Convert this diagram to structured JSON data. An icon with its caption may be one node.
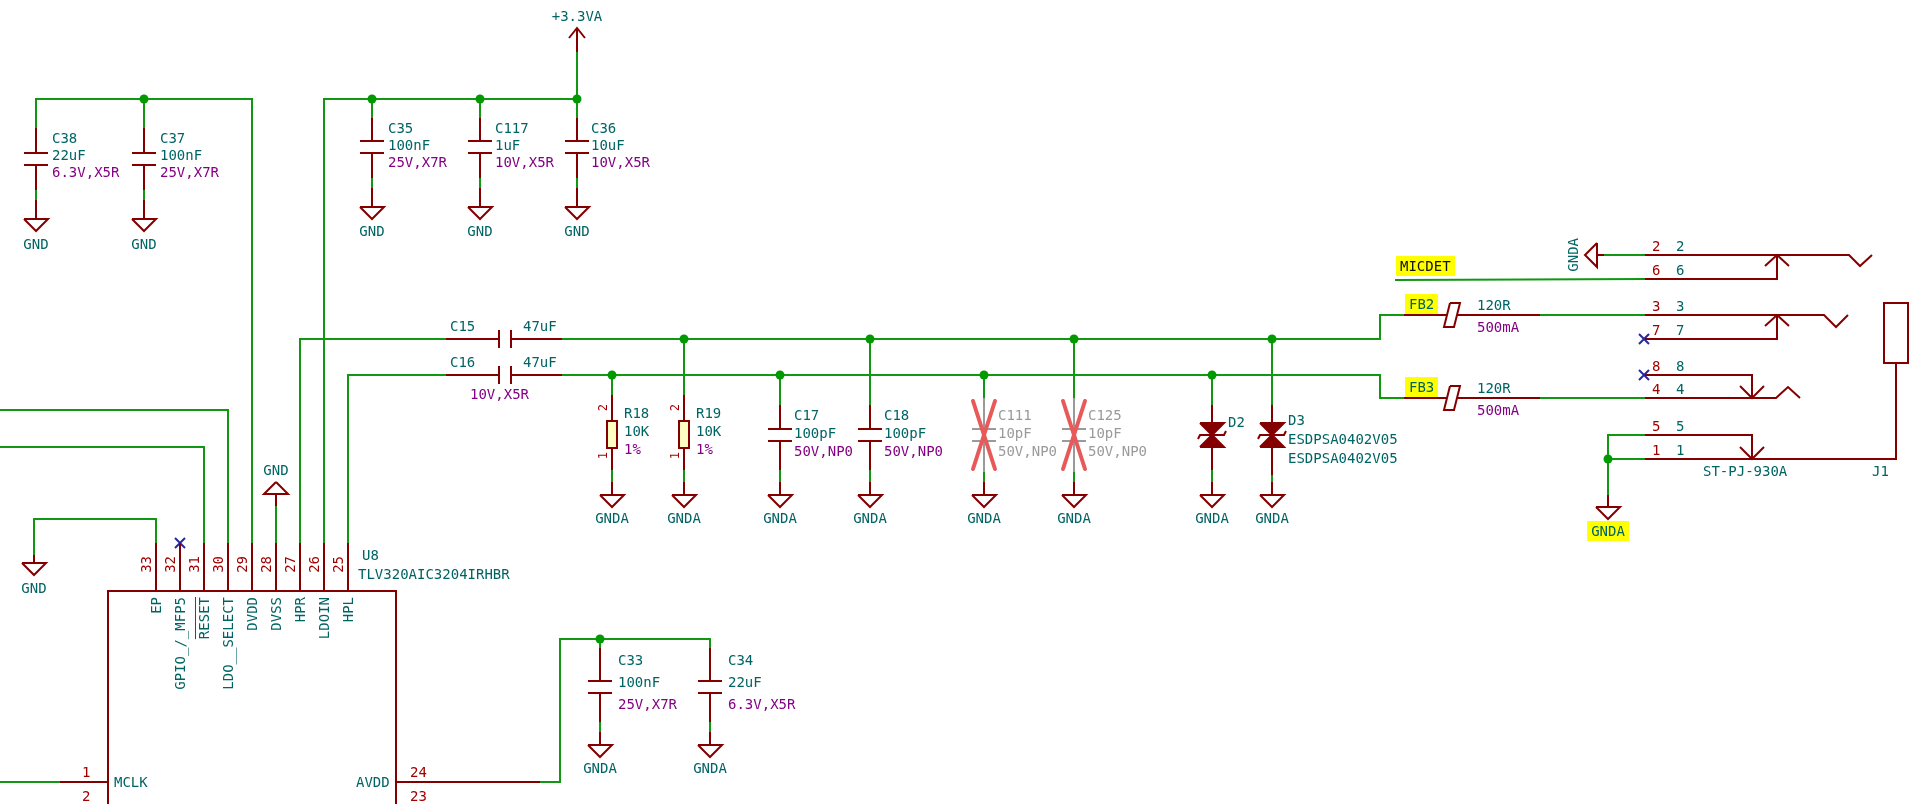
{
  "diagram": {
    "nodes": [
      {
        "text": [
          "+3.3VA"
        ]
      },
      {
        "text": [
          "C38",
          "22uF",
          "6.3V,X5R"
        ]
      },
      {
        "text": [
          "C37",
          "100nF",
          "25V,X7R"
        ]
      },
      {
        "text": [
          "C35",
          "100nF",
          "25V,X7R"
        ]
      },
      {
        "text": [
          "C117",
          "1uF",
          "10V,X5R"
        ]
      },
      {
        "text": [
          "C36",
          "10uF",
          "10V,X5R"
        ]
      },
      {
        "text": [
          "GND"
        ]
      },
      {
        "text": [
          "GND"
        ]
      },
      {
        "text": [
          "GND"
        ]
      },
      {
        "text": [
          "GND"
        ]
      },
      {
        "text": [
          "GND"
        ]
      },
      {
        "text": [
          "C15",
          "47uF"
        ]
      },
      {
        "text": [
          "C16",
          "47uF",
          "10V,X5R"
        ]
      },
      {
        "text": [
          "2",
          "R18",
          "10K",
          "1%",
          "1"
        ]
      },
      {
        "text": [
          "2",
          "R19",
          "10K",
          "1%",
          "1"
        ]
      },
      {
        "text": [
          "C17",
          "100pF",
          "50V,NP0"
        ]
      },
      {
        "text": [
          "C18",
          "100pF",
          "50V,NP0"
        ]
      },
      {
        "text": [
          "C111",
          "10pF",
          "50V,NP0"
        ]
      },
      {
        "text": [
          "C125",
          "10pF",
          "50V,NP0"
        ]
      },
      {
        "text": [
          "D2"
        ]
      },
      {
        "text": [
          "D3",
          "ESDPSA0402V05",
          "ESDPSA0402V05"
        ]
      },
      {
        "text": [
          "GNDA"
        ]
      },
      {
        "text": [
          "GNDA"
        ]
      },
      {
        "text": [
          "GNDA"
        ]
      },
      {
        "text": [
          "GNDA"
        ]
      },
      {
        "text": [
          "GNDA"
        ]
      },
      {
        "text": [
          "GNDA"
        ]
      },
      {
        "text": [
          "GNDA"
        ]
      },
      {
        "text": [
          "GNDA"
        ]
      },
      {
        "text": [
          "MICDET"
        ]
      },
      {
        "text": [
          "GNDA"
        ]
      },
      {
        "text": [
          "FB2",
          "120R",
          "500mA"
        ]
      },
      {
        "text": [
          "FB3",
          "120R",
          "500mA"
        ]
      },
      {
        "text": [
          "2",
          "2",
          "6",
          "6",
          "3",
          "3",
          "7",
          "7",
          "8",
          "8",
          "4",
          "4",
          "5",
          "5",
          "1",
          "1",
          "ST-PJ-930A",
          "J1"
        ]
      },
      {
        "text": [
          "GNDA"
        ]
      },
      {
        "text": [
          "33",
          "32",
          "31",
          "30",
          "29",
          "28",
          "27",
          "26",
          "25",
          "U8",
          "TLV320AIC3204IRHBR",
          "EP",
          "GPIO_/_MFP5",
          "RESET",
          "LDO__SELECT",
          "DVDD",
          "DVSS",
          "HPR",
          "LDOIN",
          "HPL",
          "1",
          "MCLK",
          "AVDD",
          "24",
          "2",
          "23"
        ]
      },
      {
        "text": [
          "GND"
        ]
      },
      {
        "text": [
          "GND"
        ]
      },
      {
        "text": [
          "C33",
          "100nF",
          "25V,X7R"
        ]
      },
      {
        "text": [
          "C34",
          "22uF",
          "6.3V,X5R"
        ]
      },
      {
        "text": [
          "GNDA"
        ]
      },
      {
        "text": [
          "GNDA"
        ]
      }
    ],
    "edges": [
      {
        "from": 0,
        "to": 5,
        "arrow": "none"
      },
      {
        "from": 5,
        "to": 4,
        "arrow": "none"
      },
      {
        "from": 4,
        "to": 3,
        "arrow": "none"
      },
      {
        "from": 3,
        "to": 35,
        "arrow": "none"
      },
      {
        "from": 1,
        "to": 2,
        "arrow": "none"
      },
      {
        "from": 2,
        "to": 35,
        "arrow": "none"
      },
      {
        "from": 1,
        "to": 6,
        "arrow": "none"
      },
      {
        "from": 2,
        "to": 7,
        "arrow": "none"
      },
      {
        "from": 3,
        "to": 8,
        "arrow": "none"
      },
      {
        "from": 4,
        "to": 9,
        "arrow": "none"
      },
      {
        "from": 5,
        "to": 10,
        "arrow": "none"
      },
      {
        "from": 11,
        "to": 35,
        "arrow": "none"
      },
      {
        "from": 12,
        "to": 35,
        "arrow": "none"
      },
      {
        "from": 11,
        "to": 14,
        "arrow": "none"
      },
      {
        "from": 14,
        "to": 16,
        "arrow": "none"
      },
      {
        "from": 16,
        "to": 18,
        "arrow": "none"
      },
      {
        "from": 18,
        "to": 20,
        "arrow": "none"
      },
      {
        "from": 20,
        "to": 31,
        "arrow": "none"
      },
      {
        "from": 12,
        "to": 13,
        "arrow": "none"
      },
      {
        "from": 13,
        "to": 15,
        "arrow": "none"
      },
      {
        "from": 15,
        "to": 17,
        "arrow": "none"
      },
      {
        "from": 17,
        "to": 19,
        "arrow": "none"
      },
      {
        "from": 19,
        "to": 32,
        "arrow": "none"
      },
      {
        "from": 13,
        "to": 21,
        "arrow": "none"
      },
      {
        "from": 14,
        "to": 22,
        "arrow": "none"
      },
      {
        "from": 15,
        "to": 23,
        "arrow": "none"
      },
      {
        "from": 16,
        "to": 24,
        "arrow": "none"
      },
      {
        "from": 17,
        "to": 25,
        "arrow": "none"
      },
      {
        "from": 18,
        "to": 26,
        "arrow": "none"
      },
      {
        "from": 19,
        "to": 27,
        "arrow": "none"
      },
      {
        "from": 20,
        "to": 28,
        "arrow": "none"
      },
      {
        "from": 29,
        "to": 33,
        "arrow": "none"
      },
      {
        "from": 30,
        "to": 33,
        "arrow": "none"
      },
      {
        "from": 31,
        "to": 33,
        "arrow": "none"
      },
      {
        "from": 32,
        "to": 33,
        "arrow": "none"
      },
      {
        "from": 33,
        "to": 34,
        "arrow": "none"
      },
      {
        "from": 33,
        "to": 34,
        "arrow": "none"
      },
      {
        "from": 35,
        "to": 36,
        "arrow": "none"
      },
      {
        "from": 35,
        "to": 37,
        "arrow": "none"
      },
      {
        "from": 35,
        "to": null,
        "arrow": "none"
      },
      {
        "from": 35,
        "to": null,
        "arrow": "none"
      },
      {
        "from": 35,
        "to": null,
        "arrow": "none"
      },
      {
        "from": 35,
        "to": 38,
        "arrow": "none"
      },
      {
        "from": 38,
        "to": 39,
        "arrow": "none"
      },
      {
        "from": 38,
        "to": 40,
        "arrow": "none"
      },
      {
        "from": 39,
        "to": 41,
        "arrow": "none"
      }
    ]
  }
}
